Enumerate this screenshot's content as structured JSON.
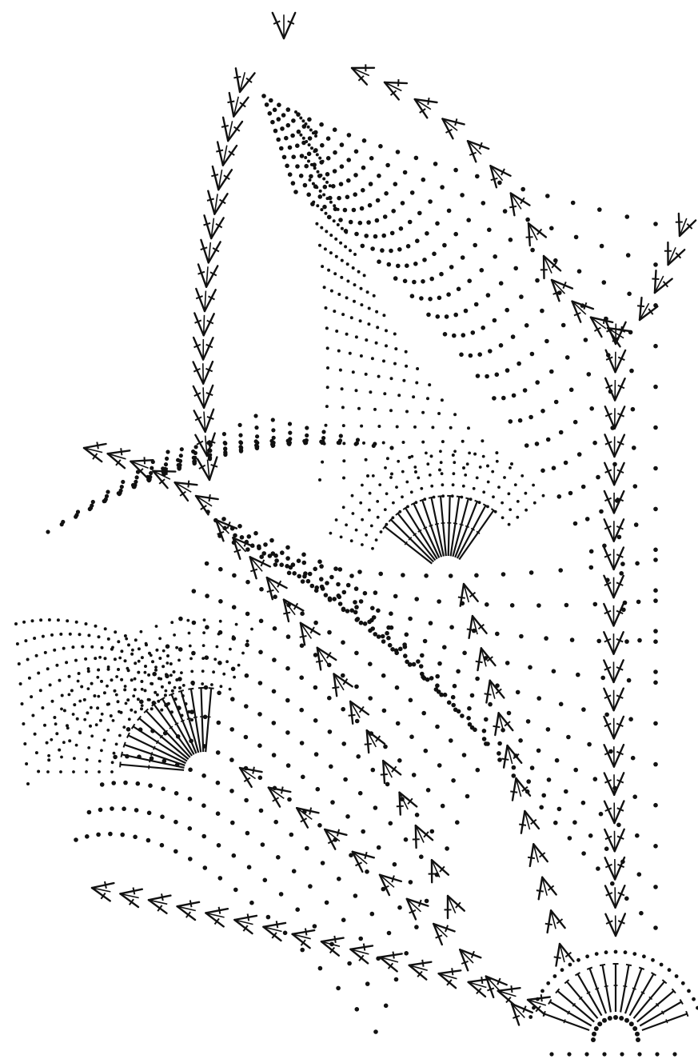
{
  "diagram": {
    "kind": "crochet-chart",
    "subject": "pineapple-lace-corner",
    "ink_color": "#111111",
    "background_color": "#ffffff",
    "symbols": [
      "chain-stitch-dot",
      "double-crochet-fan",
      "v-stitch-arrow"
    ],
    "pineapples": [
      "pineapple-left",
      "pineapple-upper"
    ],
    "visible_text": []
  }
}
